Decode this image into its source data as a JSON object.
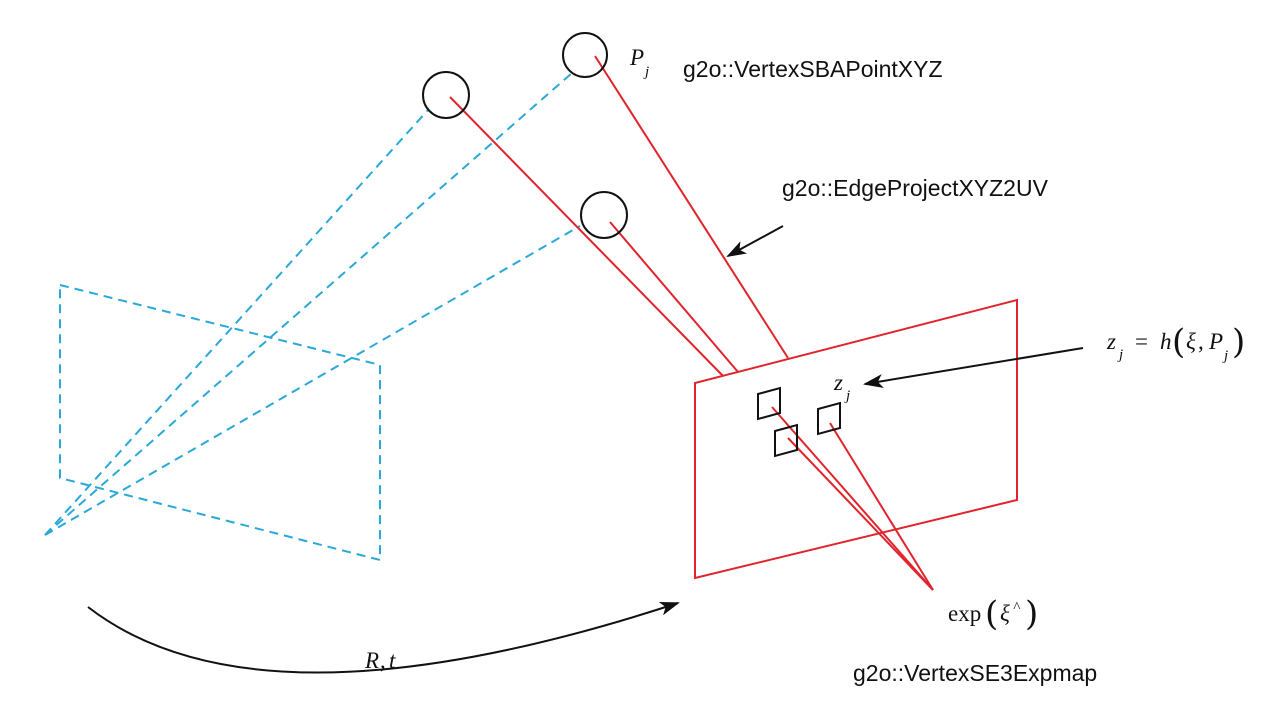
{
  "labels": {
    "vertex_point": "g2o::VertexSBAPointXYZ",
    "edge": "g2o::EdgeProjectXYZ2UV",
    "vertex_pose": "g2o::VertexSE3Expmap"
  },
  "math": {
    "pj_main": "P",
    "pj_sub": "j",
    "zj_main": "z",
    "zj_sub": "j",
    "eq_z_main": "z",
    "eq_z_sub": "j",
    "eq_equals": "=",
    "eq_h": "h",
    "eq_lparen": "(",
    "eq_xi": "ξ",
    "eq_comma": ",",
    "eq_p_main": "P",
    "eq_p_sub": "j",
    "eq_rparen": ")",
    "exp_fn": "exp",
    "exp_lparen": "(",
    "exp_xi": "ξ",
    "exp_hat": "^",
    "exp_rparen": ")",
    "rt_r": "R",
    "rt_comma": ",",
    "rt_t": "t"
  },
  "colors": {
    "camera_dashed": "#2aa8d8",
    "projection_red": "#e1232c",
    "outline": "#111111"
  },
  "icons": [
    "arrowhead-icon"
  ]
}
